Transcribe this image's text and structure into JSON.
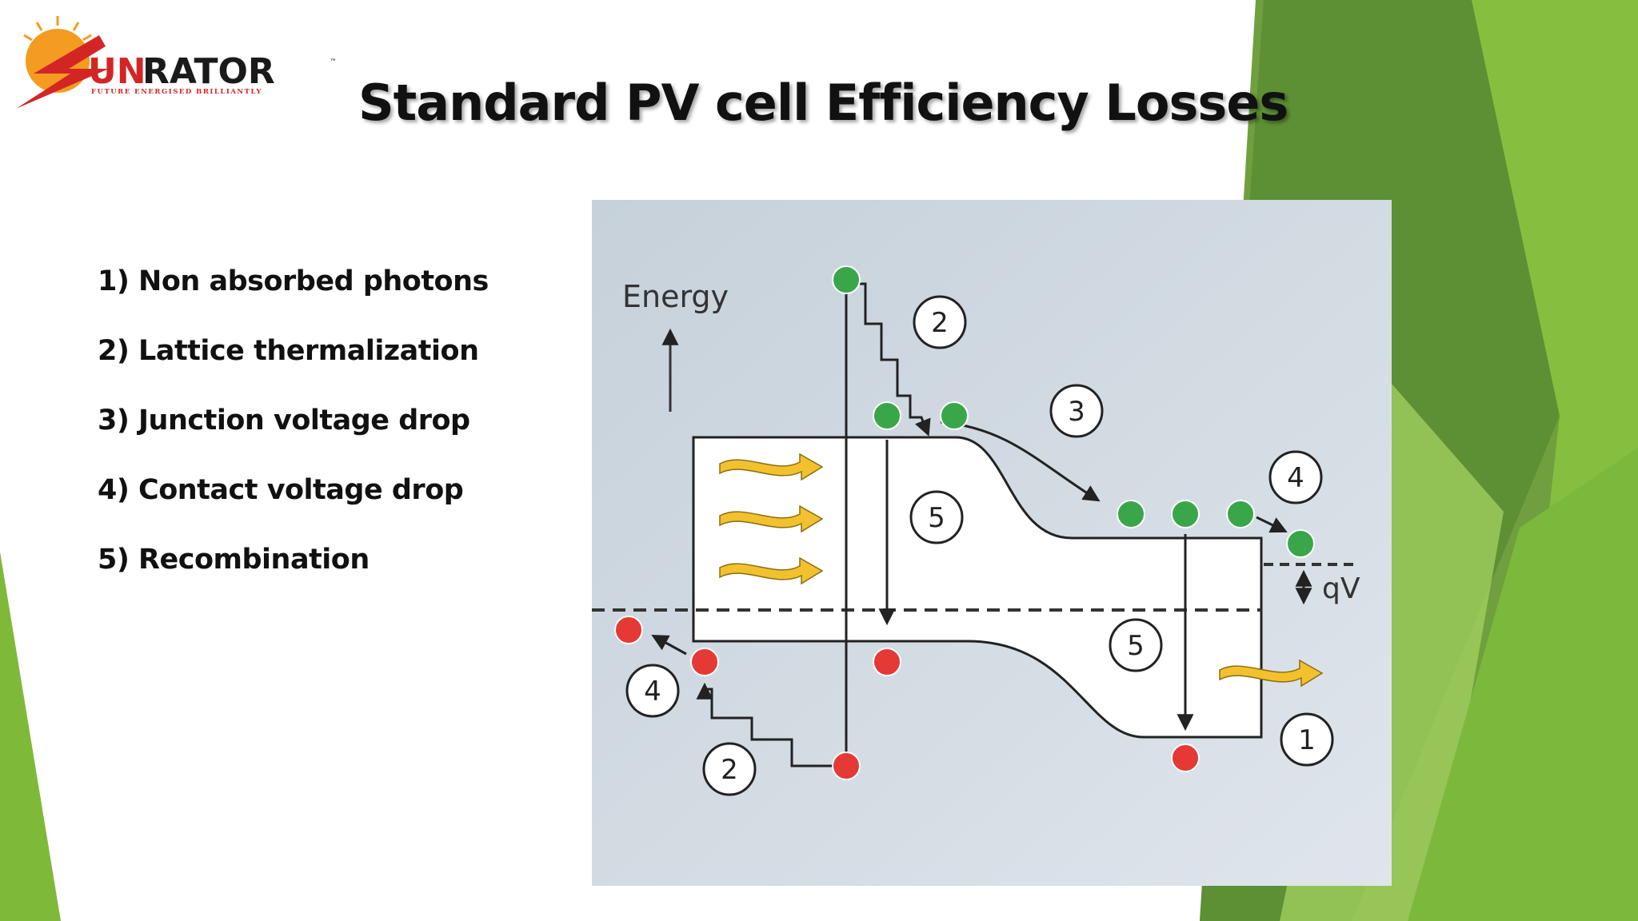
{
  "logo": {
    "brand_prefix": "UN",
    "brand_suffix": "RATOR",
    "trademark": "™",
    "tagline": "FUTURE ENERGISED BRILLIANTLY"
  },
  "title": "Standard PV cell Efficiency Losses",
  "losses": [
    "1) Non absorbed photons",
    "2) Lattice thermalization",
    "3) Junction voltage drop",
    "4) Contact voltage drop",
    "5) Recombination"
  ],
  "diagram": {
    "axis_label": "Energy",
    "voltage_label": "qV",
    "markers": [
      "1",
      "2",
      "2",
      "3",
      "4",
      "4",
      "5",
      "5"
    ]
  },
  "colors": {
    "green_dark": "#5f9a2e",
    "green_light": "#8cc43e",
    "electron": "#3aa64a",
    "hole": "#e53935",
    "photon": "#f2c12e",
    "diagram_bg": "#ccd6de"
  }
}
